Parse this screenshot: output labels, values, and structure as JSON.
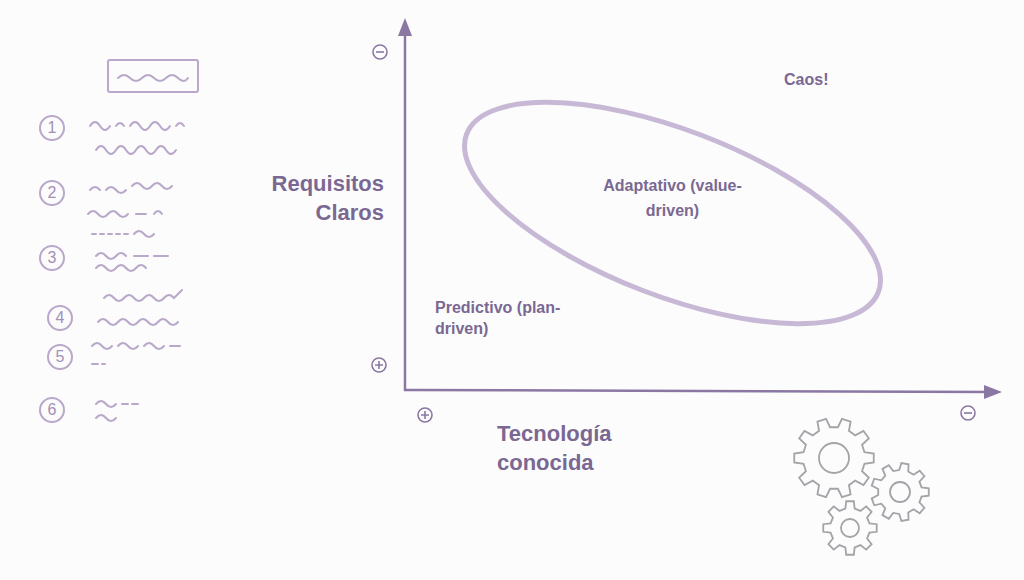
{
  "diagram": {
    "nodes": [
      {
        "text": [
          "Adaptativo (value-driven)"
        ]
      }
    ],
    "labels": [
      "1",
      "2",
      "3",
      "4",
      "5",
      "6",
      "Caos!",
      "Requisitos Claros",
      "Predictivo (plan-driven)",
      "Tecnología conocida"
    ]
  }
}
